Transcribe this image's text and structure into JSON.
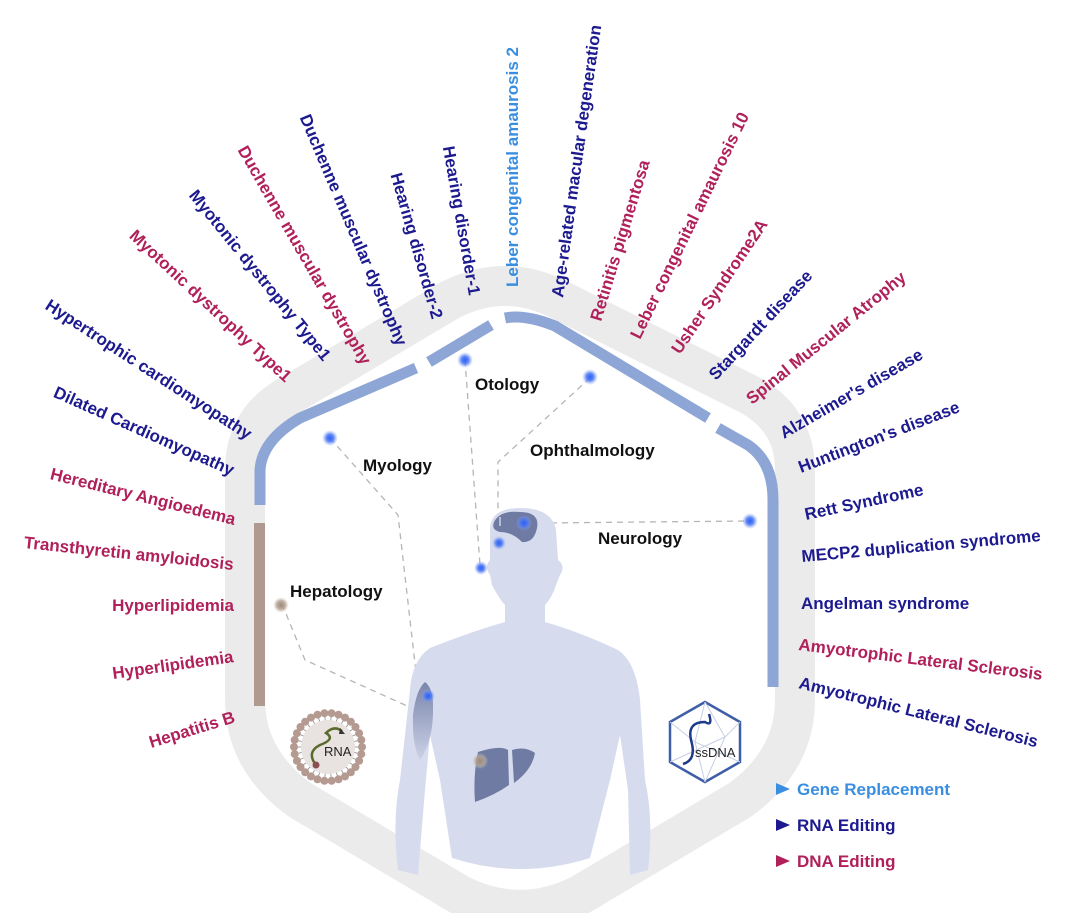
{
  "colors": {
    "gene_replacement": "#3a8ee0",
    "rna_editing": "#1c1a8e",
    "dna_editing": "#b0205a",
    "frame_outer": "#ebebeb",
    "frame_blue": "#8ea6d6",
    "frame_brown": "#b09a90",
    "body": "#d6dcee",
    "organ": "#6f7ba3",
    "dot": "#3f6ff0",
    "dot_liver": "#a8988a"
  },
  "regions": {
    "otology": "Otology",
    "ophthalmology": "Ophthalmology",
    "myology": "Myology",
    "neurology": "Neurology",
    "hepatology": "Hepatology"
  },
  "vectors": {
    "lnp": "RNA",
    "aav": "ssDNA"
  },
  "legend": [
    {
      "label": "Gene Replacement",
      "type": "gene_replacement"
    },
    {
      "label": "RNA Editing",
      "type": "rna_editing"
    },
    {
      "label": "DNA Editing",
      "type": "dna_editing"
    }
  ],
  "diseases": [
    {
      "label": "Hepatitis B",
      "type": "dna_editing",
      "region": "Hepatology"
    },
    {
      "label": "Hyperlipidemia",
      "type": "dna_editing",
      "region": "Hepatology"
    },
    {
      "label": "Hyperlipidemia",
      "type": "dna_editing",
      "region": "Hepatology"
    },
    {
      "label": "Transthyretin amyloidosis",
      "type": "dna_editing",
      "region": "Hepatology"
    },
    {
      "label": "Hereditary Angioedema",
      "type": "dna_editing",
      "region": "Hepatology"
    },
    {
      "label": "Dilated Cardiomyopathy",
      "type": "rna_editing",
      "region": "Myology"
    },
    {
      "label": "Hypertrophic cardiomyopathy",
      "type": "rna_editing",
      "region": "Myology"
    },
    {
      "label": "Myotonic dystrophy Type1",
      "type": "dna_editing",
      "region": "Myology"
    },
    {
      "label": "Myotonic dystrophy Type1",
      "type": "rna_editing",
      "region": "Myology"
    },
    {
      "label": "Duchenne muscular dystrophy",
      "type": "dna_editing",
      "region": "Myology"
    },
    {
      "label": "Duchenne muscular dystrophy",
      "type": "rna_editing",
      "region": "Myology"
    },
    {
      "label": "Hearing disorder-2",
      "type": "rna_editing",
      "region": "Otology"
    },
    {
      "label": "Hearing disorder-1",
      "type": "rna_editing",
      "region": "Otology"
    },
    {
      "label": "Leber congenital amaurosis 2",
      "type": "gene_replacement",
      "region": "Ophthalmology"
    },
    {
      "label": "Age-related macular degeneration",
      "type": "rna_editing",
      "region": "Ophthalmology"
    },
    {
      "label": "Retinitis pigmentosa",
      "type": "dna_editing",
      "region": "Ophthalmology"
    },
    {
      "label": "Leber congenital amaurosis 10",
      "type": "dna_editing",
      "region": "Ophthalmology"
    },
    {
      "label": "Usher Syndrome2A",
      "type": "dna_editing",
      "region": "Ophthalmology"
    },
    {
      "label": "Stargardt disease",
      "type": "rna_editing",
      "region": "Ophthalmology"
    },
    {
      "label": "Spinal Muscular Atrophy",
      "type": "dna_editing",
      "region": "Neurology"
    },
    {
      "label": "Alzheimer's disease",
      "type": "rna_editing",
      "region": "Neurology"
    },
    {
      "label": "Huntington's disease",
      "type": "rna_editing",
      "region": "Neurology"
    },
    {
      "label": "Rett Syndrome",
      "type": "rna_editing",
      "region": "Neurology"
    },
    {
      "label": "MECP2 duplication syndrome",
      "type": "rna_editing",
      "region": "Neurology"
    },
    {
      "label": "Angelman syndrome",
      "type": "rna_editing",
      "region": "Neurology"
    },
    {
      "label": "Amyotrophic Lateral Sclerosis",
      "type": "dna_editing",
      "region": "Neurology"
    },
    {
      "label": "Amyotrophic Lateral Sclerosis",
      "type": "rna_editing",
      "region": "Neurology"
    }
  ]
}
